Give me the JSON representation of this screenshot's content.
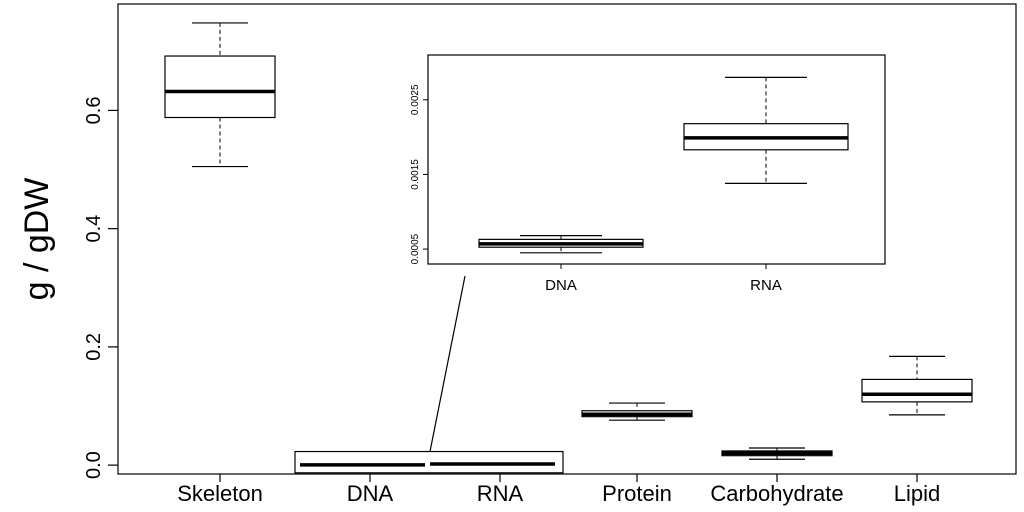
{
  "chart_data": [
    {
      "type": "box",
      "xlabel": "",
      "ylabel": "g / gDW",
      "ylim": [
        -0.015,
        0.78
      ],
      "yticks": [
        "0.0",
        "0.2",
        "0.4",
        "0.6"
      ],
      "yticks_values": [
        0.0,
        0.2,
        0.4,
        0.6
      ],
      "categories": [
        "Skeleton",
        "DNA",
        "RNA",
        "Protein",
        "Carbohydrate",
        "Lipid"
      ],
      "boxes": [
        {
          "category": "Skeleton",
          "whisker_low": 0.505,
          "q1": 0.588,
          "median": 0.632,
          "q3": 0.692,
          "whisker_high": 0.748
        },
        {
          "category": "DNA",
          "whisker_low": 0.0003,
          "q1": 0.0004,
          "median": 0.0005,
          "q3": 0.0006,
          "whisker_high": 0.0007
        },
        {
          "category": "RNA",
          "whisker_low": 0.0013,
          "q1": 0.0018,
          "median": 0.002,
          "q3": 0.0022,
          "whisker_high": 0.0028
        },
        {
          "category": "Protein",
          "whisker_low": 0.076,
          "q1": 0.082,
          "median": 0.086,
          "q3": 0.092,
          "whisker_high": 0.105
        },
        {
          "category": "Carbohydrate",
          "whisker_low": 0.01,
          "q1": 0.016,
          "median": 0.02,
          "q3": 0.024,
          "whisker_high": 0.029
        },
        {
          "category": "Lipid",
          "whisker_low": 0.085,
          "q1": 0.107,
          "median": 0.12,
          "q3": 0.145,
          "whisker_high": 0.184
        }
      ],
      "highlight": {
        "categories": [
          "DNA",
          "RNA"
        ],
        "ymin": -0.013,
        "ymax": 0.023
      }
    },
    {
      "type": "box",
      "inset": true,
      "categories": [
        "DNA",
        "RNA"
      ],
      "ylim": [
        0.0003,
        0.0031
      ],
      "yticks": [
        "0.0005",
        "0.0015",
        "0.0025"
      ],
      "yticks_values": [
        0.0005,
        0.0015,
        0.0025
      ],
      "boxes": [
        {
          "category": "DNA",
          "whisker_low": 0.00045,
          "q1": 0.000525,
          "median": 0.00057,
          "q3": 0.00063,
          "whisker_high": 0.00068
        },
        {
          "category": "RNA",
          "whisker_low": 0.00138,
          "q1": 0.00183,
          "median": 0.00199,
          "q3": 0.00218,
          "whisker_high": 0.0028
        }
      ]
    }
  ]
}
